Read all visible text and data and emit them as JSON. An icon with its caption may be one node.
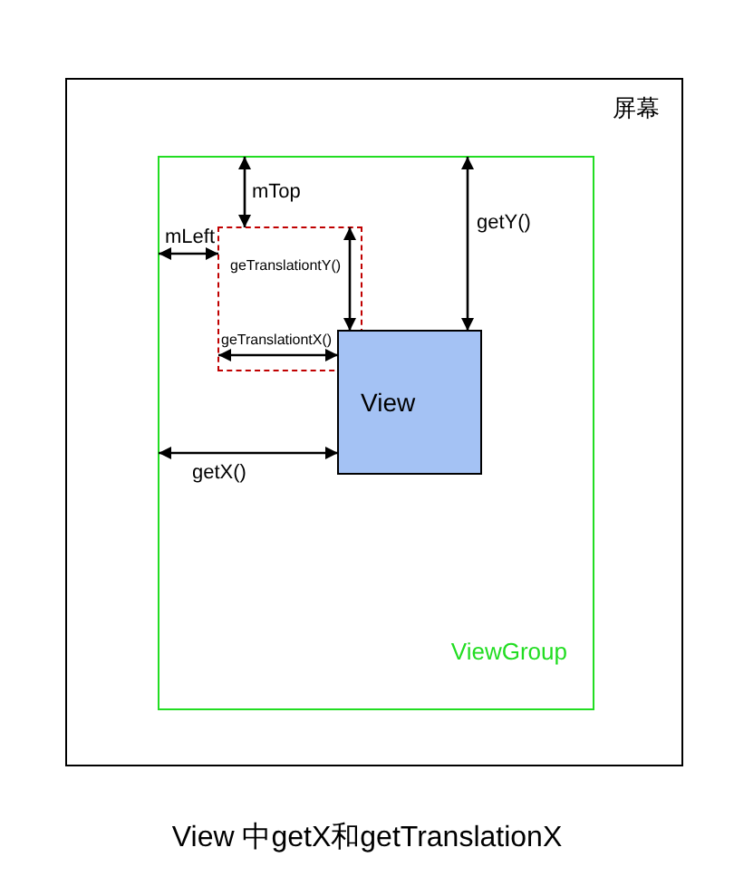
{
  "diagram": {
    "caption": "View 中getX和getTranslationX",
    "nodes": [
      {
        "text": [
          "屏幕"
        ]
      },
      {
        "text": [
          "ViewGroup"
        ],
        "in": 0
      },
      {
        "text": [],
        "shape": "box",
        "in": 1
      },
      {
        "text": [
          "View"
        ],
        "in": 1
      }
    ],
    "edges": [
      {
        "from": 1,
        "to": 2,
        "arrow": "both",
        "label": "mTop"
      },
      {
        "from": 1,
        "to": 3,
        "arrow": "both",
        "label": "getY()"
      },
      {
        "from": 1,
        "to": 2,
        "arrow": "both",
        "label": "mLeft"
      },
      {
        "from": 2,
        "to": 3,
        "arrow": "both",
        "label": "geTranslationtY()"
      },
      {
        "from": 2,
        "to": 3,
        "arrow": "both",
        "label": "geTranslationtX()"
      },
      {
        "from": 1,
        "to": 3,
        "arrow": "both",
        "label": "getX()"
      }
    ]
  }
}
